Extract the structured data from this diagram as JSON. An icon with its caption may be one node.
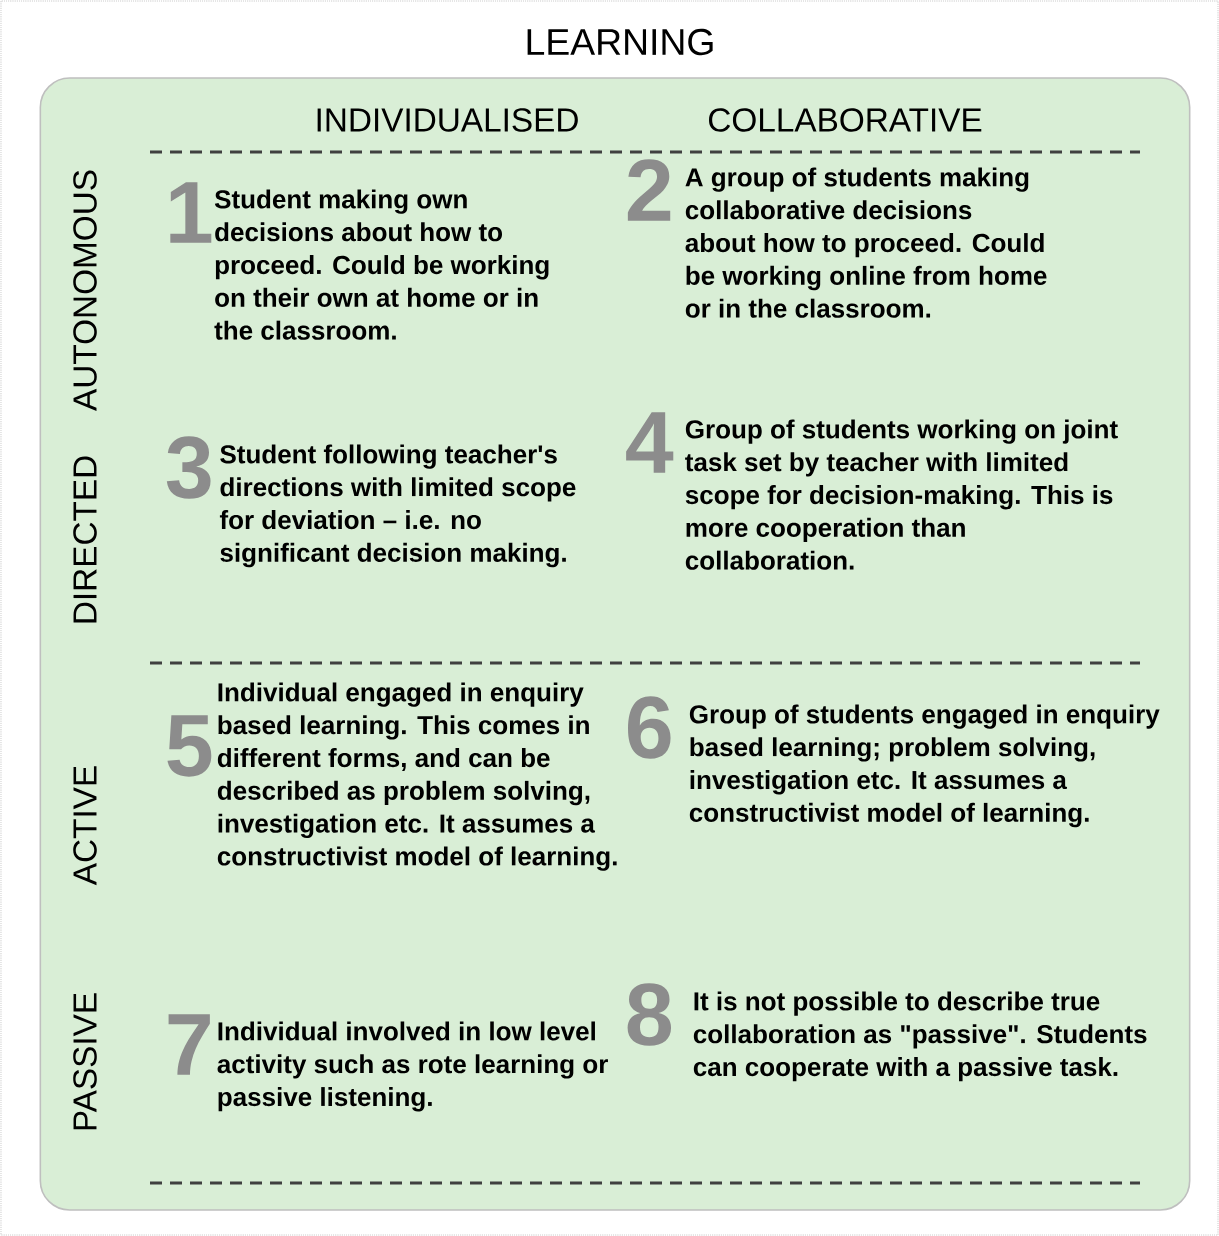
{
  "diagram": {
    "title": "LEARNING",
    "nodes": [
      {
        "text": [],
        "shape": "box"
      },
      {
        "text": [
          "1",
          "Student making own decisions about how to proceed. Could be working on their own at home or in the classroom."
        ],
        "in": 0
      },
      {
        "text": [
          "2",
          "A group of students making collaborative decisions about how to proceed. Could be working online from home or in the classroom."
        ],
        "in": 0
      },
      {
        "text": [
          "3",
          "Student following teacher's directions with limited scope for deviation – i.e. no significant decision making."
        ],
        "in": 0
      },
      {
        "text": [
          "4",
          "Group of students working on joint task set by teacher with limited scope for decision-making. This is more cooperation than collaboration."
        ],
        "in": 0
      },
      {
        "text": [
          "5",
          "Individual engaged in enquiry based learning. This comes in different forms, and can be described as problem solving, investigation etc. It assumes a constructivist model of learning."
        ],
        "in": 0
      },
      {
        "text": [
          "6",
          "Group of students engaged in enquiry based learning; problem solving, investigation etc. It assumes a constructivist model of learning."
        ],
        "in": 0
      },
      {
        "text": [
          "7",
          "Individual involved in low level activity such as rote learning or passive listening."
        ],
        "in": 0
      },
      {
        "text": [
          "8",
          "It is not possible to describe true collaboration as \"passive\". Students can cooperate with a passive task."
        ],
        "in": 0
      }
    ],
    "labels": [
      "INDIVIDUALISED",
      "COLLABORATIVE",
      "AUTONOMOUS",
      "DIRECTED",
      "ACTIVE",
      "PASSIVE"
    ]
  }
}
